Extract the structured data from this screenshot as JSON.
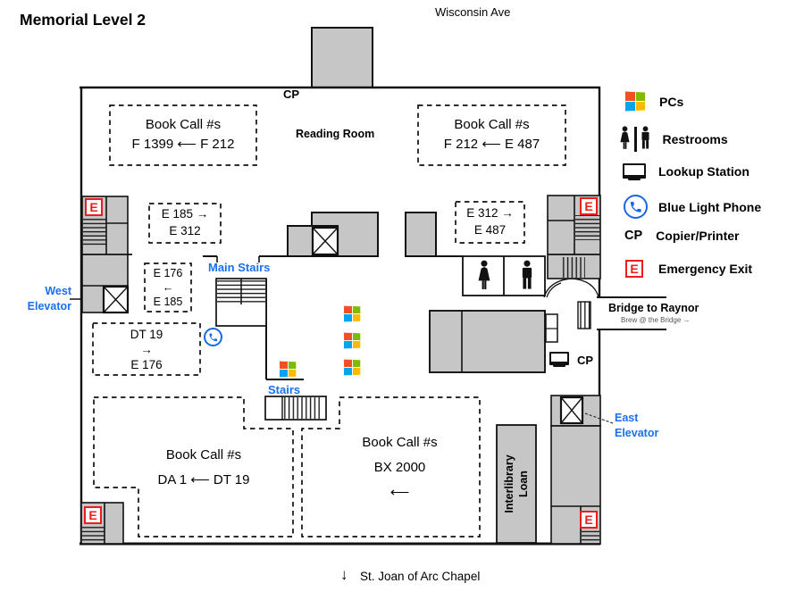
{
  "title": "Memorial Level 2",
  "street": "Wisconsin Ave",
  "chapel": {
    "arrow": "↓",
    "label": "St. Joan of Arc Chapel"
  },
  "map": {
    "reading_room": "Reading Room",
    "cp_top": "CP",
    "cp_east": "CP",
    "main_stairs": "Main Stairs",
    "stairs": "Stairs",
    "west_elevator": {
      "line1": "West",
      "line2": "Elevator"
    },
    "east_elevator": {
      "line1": "East",
      "line2": "Elevator"
    },
    "bridge": {
      "label": "Bridge to Raynor",
      "sub": "Brew @ the Bridge  →"
    },
    "interlibrary": {
      "line1": "Interlibrary",
      "line2": "Loan"
    },
    "emergency_letter": "E",
    "call_boxes": {
      "nw": {
        "line1": "Book Call #s",
        "line2": "F 1399 ⟵ F 212"
      },
      "ne": {
        "line1": "Book Call #s",
        "line2": "F 212 ⟵ E 487"
      },
      "e185": {
        "line1": "E 185 →",
        "line2": "E 312"
      },
      "e176": {
        "line1": "E 176",
        "line2": "←",
        "line3": "E 185"
      },
      "dt19": {
        "line1": "DT 19",
        "line2": "→",
        "line3": "E 176"
      },
      "e312": {
        "line1": "E 312 →",
        "line2": "E 487"
      },
      "da": {
        "line1": "Book Call #s",
        "line2": "DA 1 ⟵ DT 19"
      },
      "bx": {
        "line1": "Book Call #s",
        "line2": "BX 2000",
        "line3": "⟵"
      }
    }
  },
  "legend": {
    "pcs": "PCs",
    "restrooms": "Restrooms",
    "lookup": "Lookup Station",
    "blue_light": "Blue Light Phone",
    "cp_symbol": "CP",
    "copier": "Copier/Printer",
    "emergency": "Emergency Exit",
    "emergency_letter": "E"
  },
  "colors": {
    "windows_red": "#F25022",
    "windows_green": "#7FBA00",
    "windows_blue": "#00A4EF",
    "windows_yellow": "#FFB900",
    "label_blue": "#1B6FF2",
    "phone_blue": "#1668E3",
    "emergency_red": "#EE1C1C",
    "room_gray": "#C6C6C6"
  }
}
